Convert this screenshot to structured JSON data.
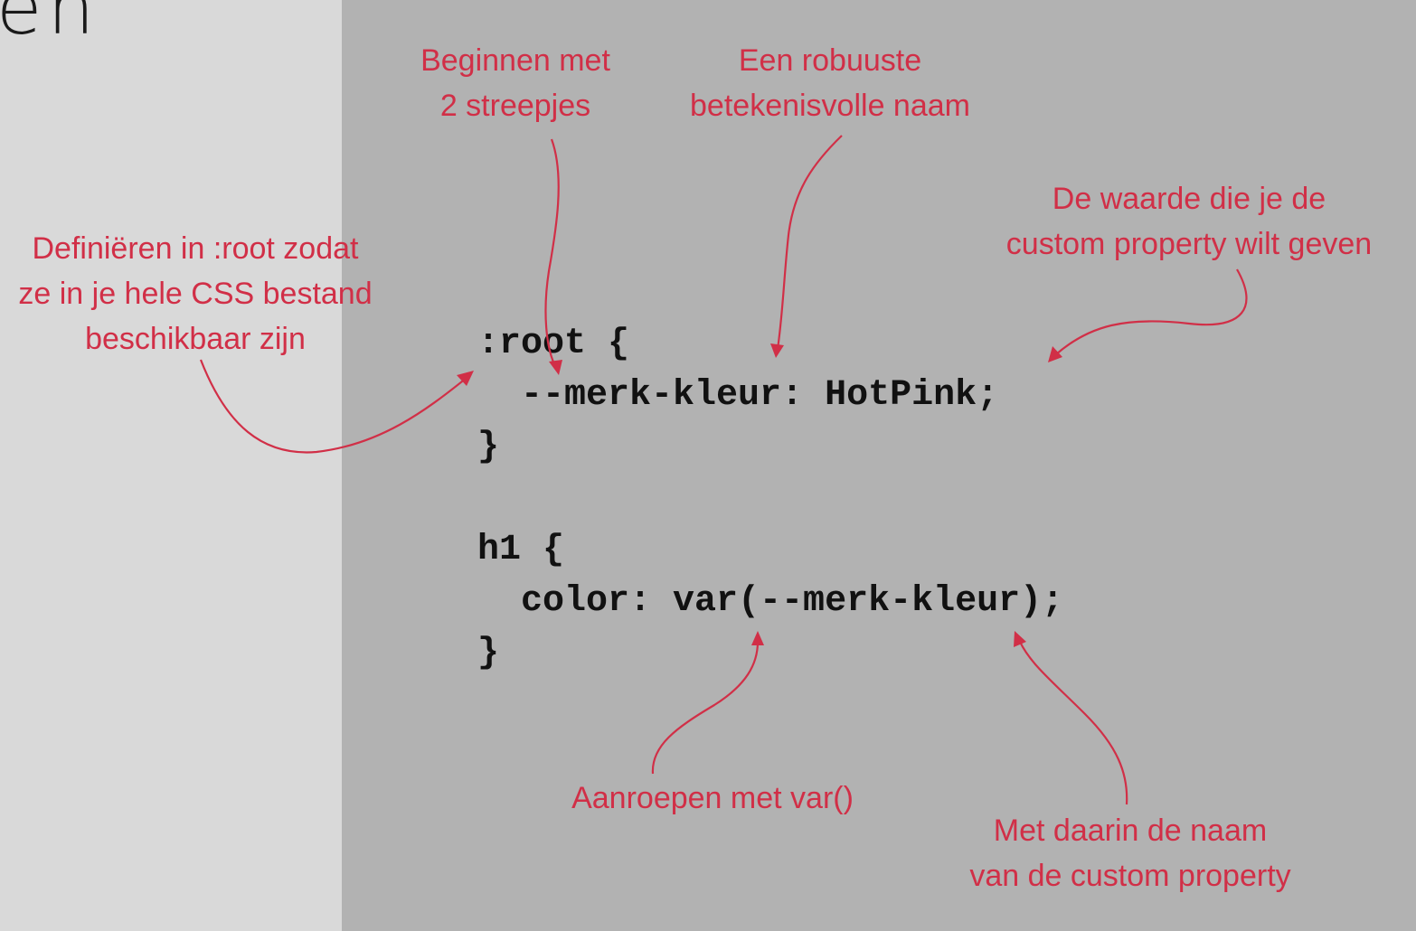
{
  "slide": {
    "title_fragment": "en",
    "accent_color": "#d12f47",
    "left_bg": "#d9d9d9",
    "right_bg": "#b2b2b2"
  },
  "code": {
    "lines": [
      ":root {",
      "  --merk-kleur: HotPink;",
      "}",
      "",
      "h1 {",
      "  color: var(--merk-kleur);",
      "}"
    ]
  },
  "annotations": {
    "define_root": [
      "Definiëren in :root zodat",
      "ze in je hele CSS bestand",
      "beschikbaar zijn"
    ],
    "two_dashes": [
      "Beginnen met",
      "2 streepjes"
    ],
    "robust_name": [
      "Een robuuste",
      "betekenisvolle naam"
    ],
    "value": [
      "De waarde die je de",
      "custom property wilt geven"
    ],
    "call_var": [
      "Aanroepen met var()"
    ],
    "name_inside": [
      "Met daarin de naam",
      "van de custom property"
    ]
  }
}
